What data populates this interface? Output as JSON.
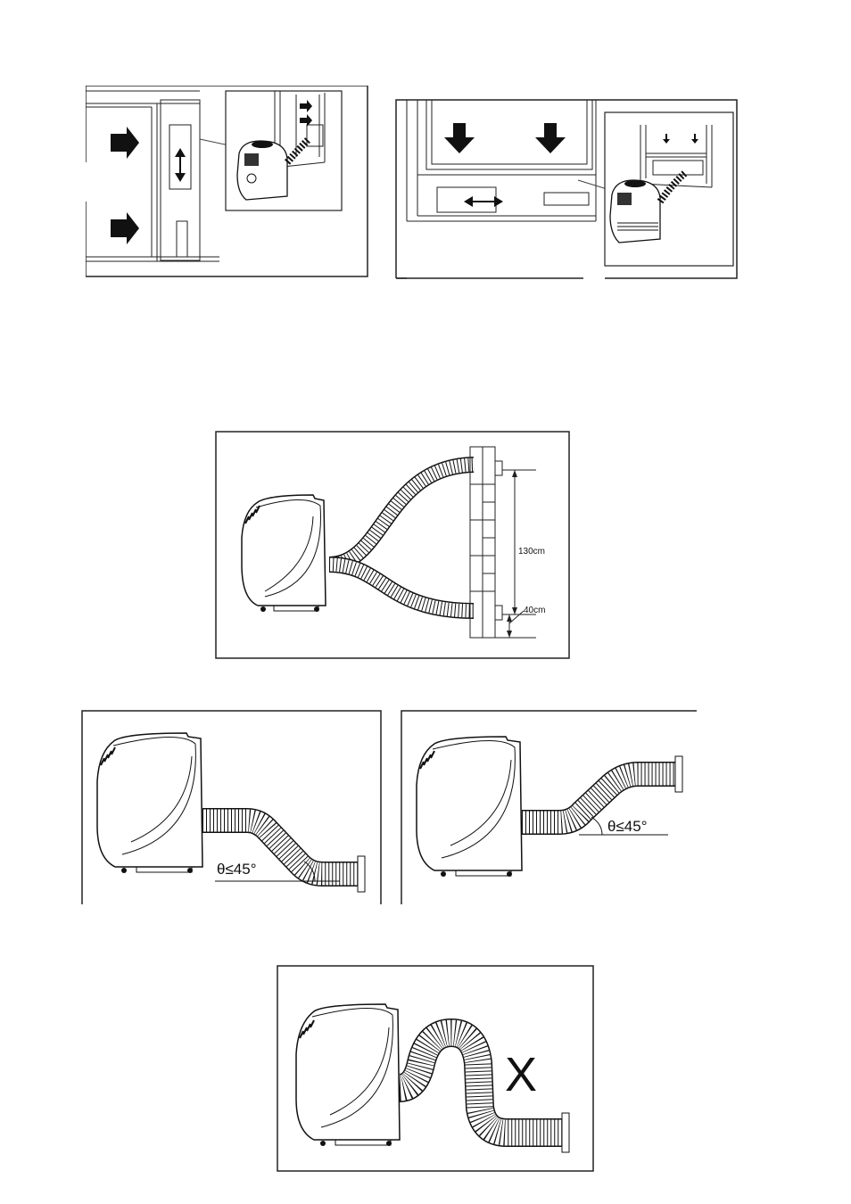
{
  "labels": {
    "height_upper": "130cm",
    "height_lower": "40cm",
    "angle_down": "θ≤45°",
    "angle_up": "θ≤45°",
    "wrong_mark": "X"
  }
}
